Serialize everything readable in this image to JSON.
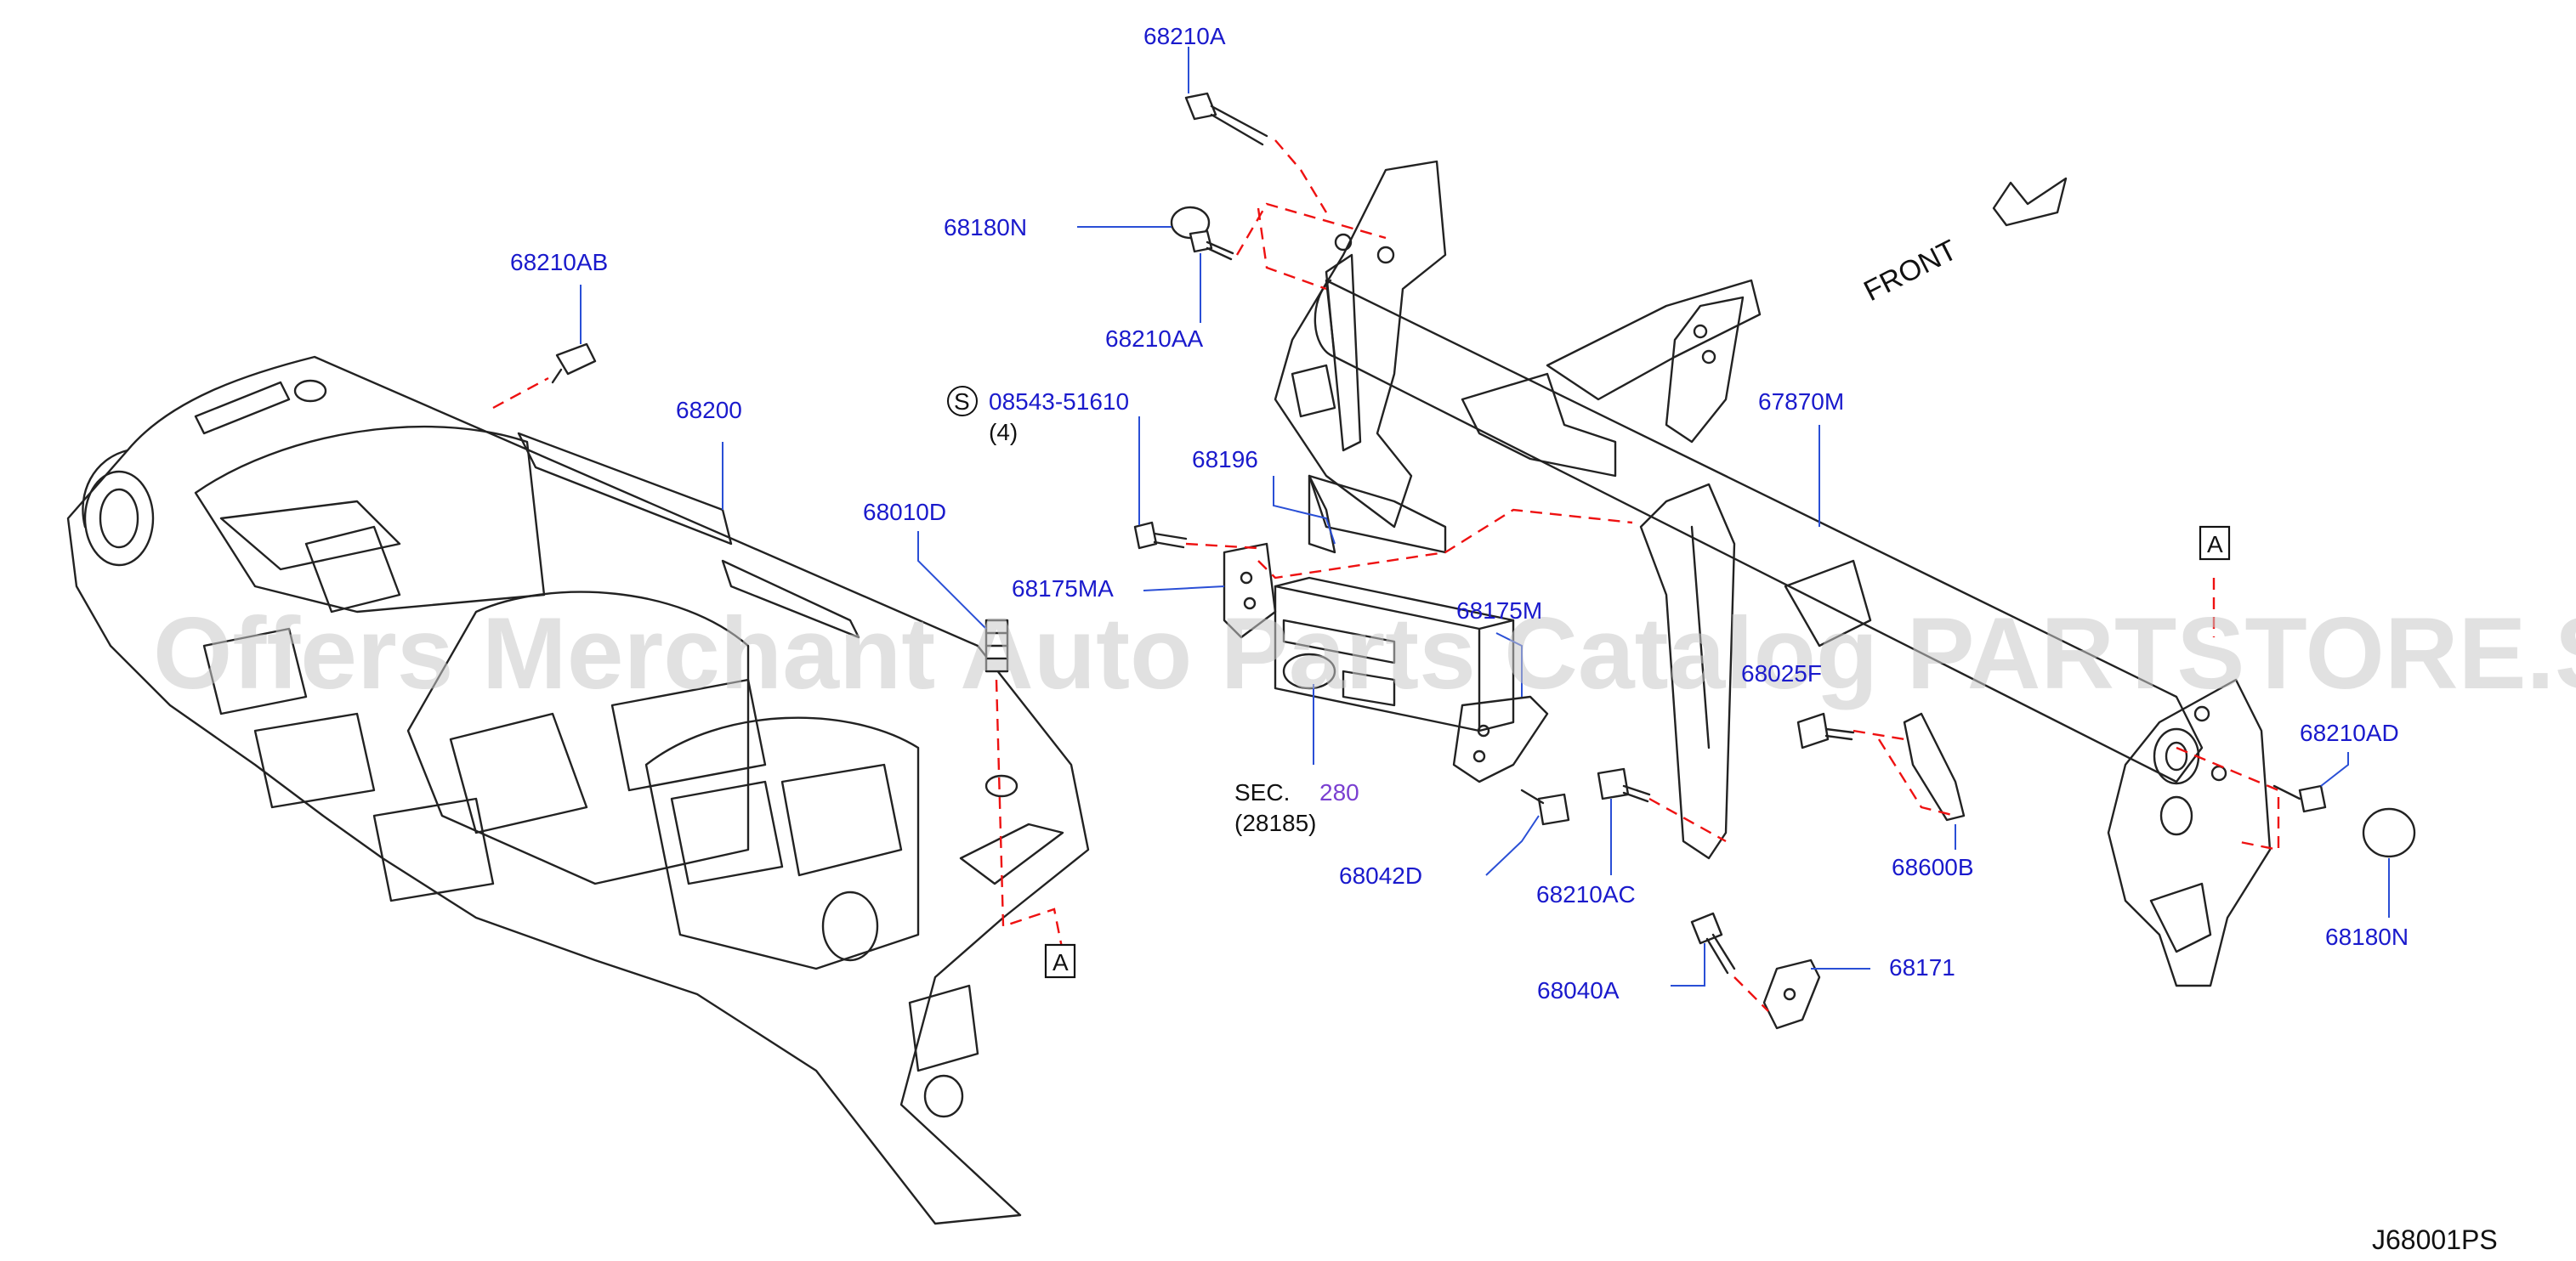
{
  "labels": {
    "p68210A": "68210A",
    "p68180N_top": "68180N",
    "p68210AA": "68210AA",
    "p68210AB": "68210AB",
    "p68200": "68200",
    "s_symbol": "S",
    "p08543": "08543-51610",
    "qty4": "(4)",
    "p68196": "68196",
    "p68010D": "68010D",
    "p68175MA": "68175MA",
    "p68175M": "68175M",
    "p67870M": "67870M",
    "p68025": "68025F",
    "p68210AD": "68210AD",
    "sec": "SEC.",
    "sec_num": "280",
    "sec_sub": "(28185)",
    "p68042D": "68042D",
    "p68210AC": "68210AC",
    "p68600B": "68600B",
    "p68180N_right": "68180N",
    "p68040A": "68040A",
    "p68171": "68171",
    "ref_a": "A",
    "front": "FRONT",
    "diagram_code": "J68001PS"
  },
  "watermark": "Offers Merchant Auto Parts Catalog PARTSTORE.SA",
  "colors": {
    "label": "#1a1acc",
    "section_ref": "#7a3fd1",
    "dashed_leader": "#ee1111",
    "line_art": "#222222"
  }
}
